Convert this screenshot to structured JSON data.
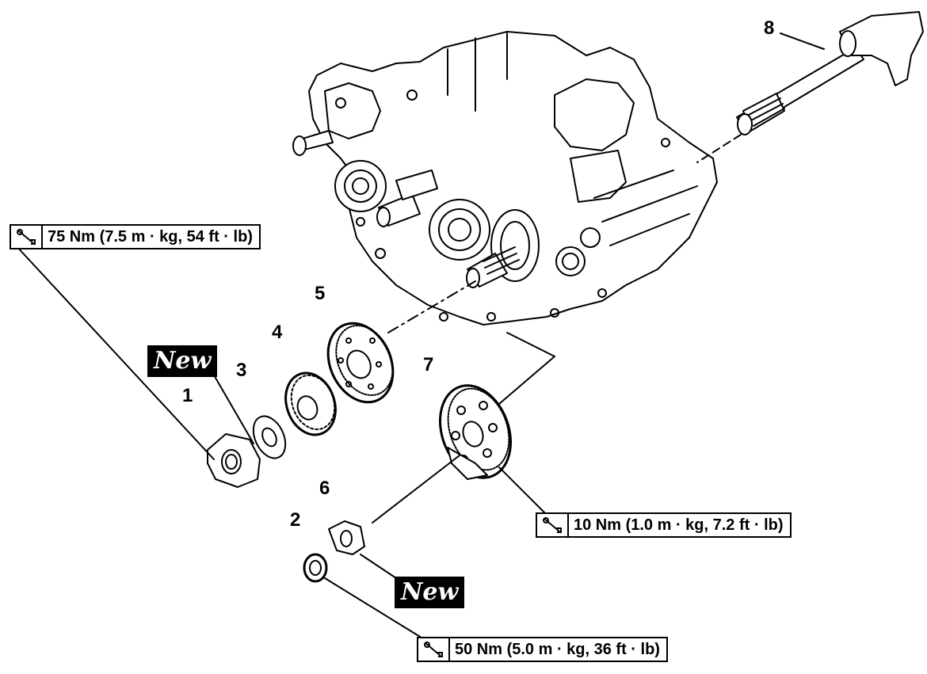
{
  "labels": {
    "p1": "1",
    "p2": "2",
    "p3": "3",
    "p4": "4",
    "p5": "5",
    "p6": "6",
    "p7": "7",
    "p8": "8"
  },
  "torque": {
    "t75": "75 Nm (7.5 m · kg, 54 ft · lb)",
    "t10": "10 Nm (1.0 m · kg, 7.2 ft · lb)",
    "t50": "50 Nm (5.0 m · kg, 36 ft · lb)"
  },
  "badges": {
    "new_a": "New",
    "new_b": "New"
  },
  "icons": {
    "torque": "torque-wrench-icon"
  }
}
